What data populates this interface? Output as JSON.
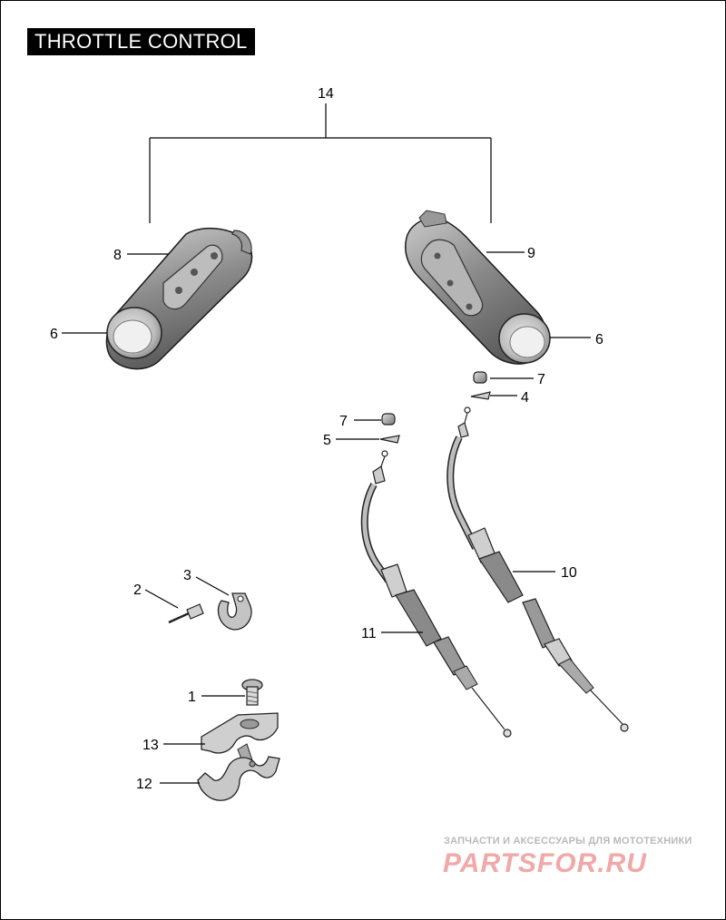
{
  "title": "THROTTLE CONTROL",
  "callouts": {
    "c14": "14",
    "c8": "8",
    "c9": "9",
    "c6_left": "6",
    "c6_right": "6",
    "c7_upper": "7",
    "c4": "4",
    "c7_lower": "7",
    "c5": "5",
    "c10": "10",
    "c3": "3",
    "c2": "2",
    "c11": "11",
    "c1": "1",
    "c13": "13",
    "c12": "12"
  },
  "watermark": {
    "tagline": "ЗАПЧАСТИ И АКСЕССУАРЫ ДЛЯ МОТОТЕХНИКИ",
    "logo": "PARTSFOR.RU",
    "logo_color": "#f1a8a8"
  }
}
